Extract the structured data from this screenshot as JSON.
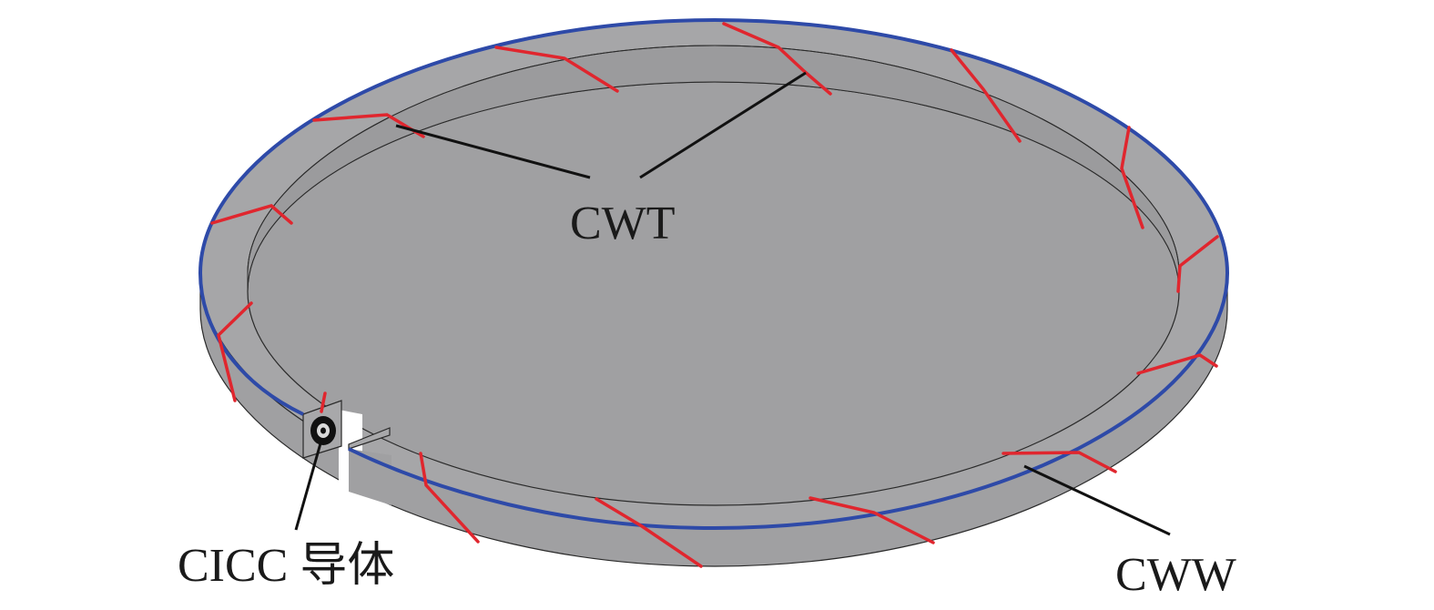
{
  "labels": {
    "cwt": "CWT",
    "cicc": "CICC 导体",
    "cww": "CWW"
  },
  "colors": {
    "ring_fill": "#a6a6a8",
    "ring_edge": "#2a2a2a",
    "cww_line": "#2e4aa8",
    "cwt_line": "#e0262e",
    "leader": "#111111",
    "conductor": "#111111"
  }
}
